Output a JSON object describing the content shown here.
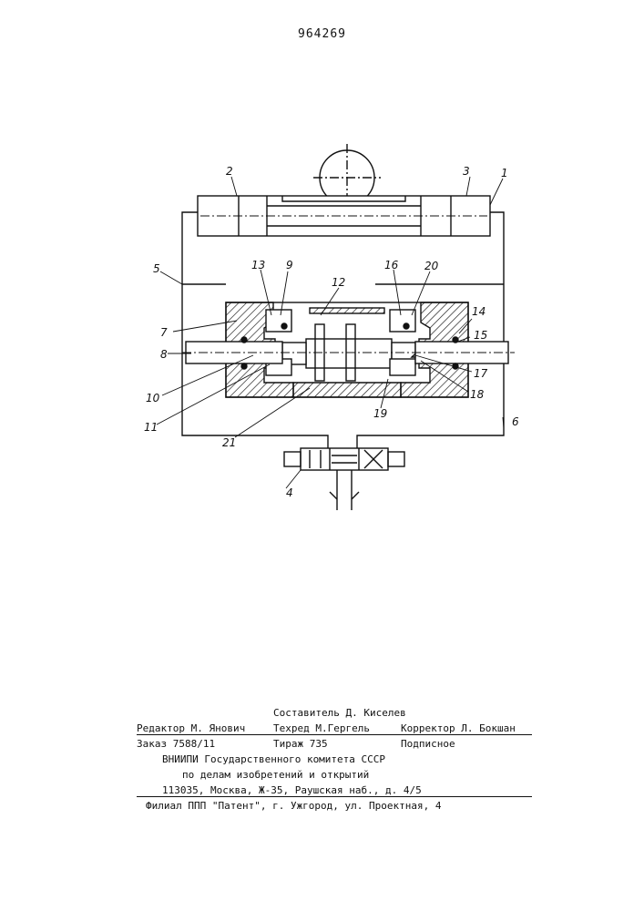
{
  "patent_number": "964269",
  "figure": {
    "labels": {
      "l1": "1",
      "l2": "2",
      "l3": "3",
      "l4": "4",
      "l5": "5",
      "l6": "6",
      "l7": "7",
      "l8": "8",
      "l9": "9",
      "l10": "10",
      "l11": "11",
      "l12": "12",
      "l13": "13",
      "l14": "14",
      "l15": "15",
      "l16": "16",
      "l17": "17",
      "l18": "18",
      "l19": "19",
      "l20": "20",
      "l21": "21"
    }
  },
  "imprint": {
    "compiler": "Составитель Д. Киселев",
    "editor": "Редактор М. Янович",
    "techred": "Техред М.Гергель",
    "corrector": "Корректор Л. Бокшан",
    "order": "Заказ 7588/11",
    "circulation": "Тираж 735",
    "subscription": "Подписное",
    "org_line1": "ВНИИПИ Государственного комитета СССР",
    "org_line2": "по делам изобретений и открытий",
    "address": "113035, Москва, Ж-35, Раушская наб., д. 4/5",
    "branch": "Филиал ППП \"Патент\", г. Ужгород, ул. Проектная, 4"
  }
}
